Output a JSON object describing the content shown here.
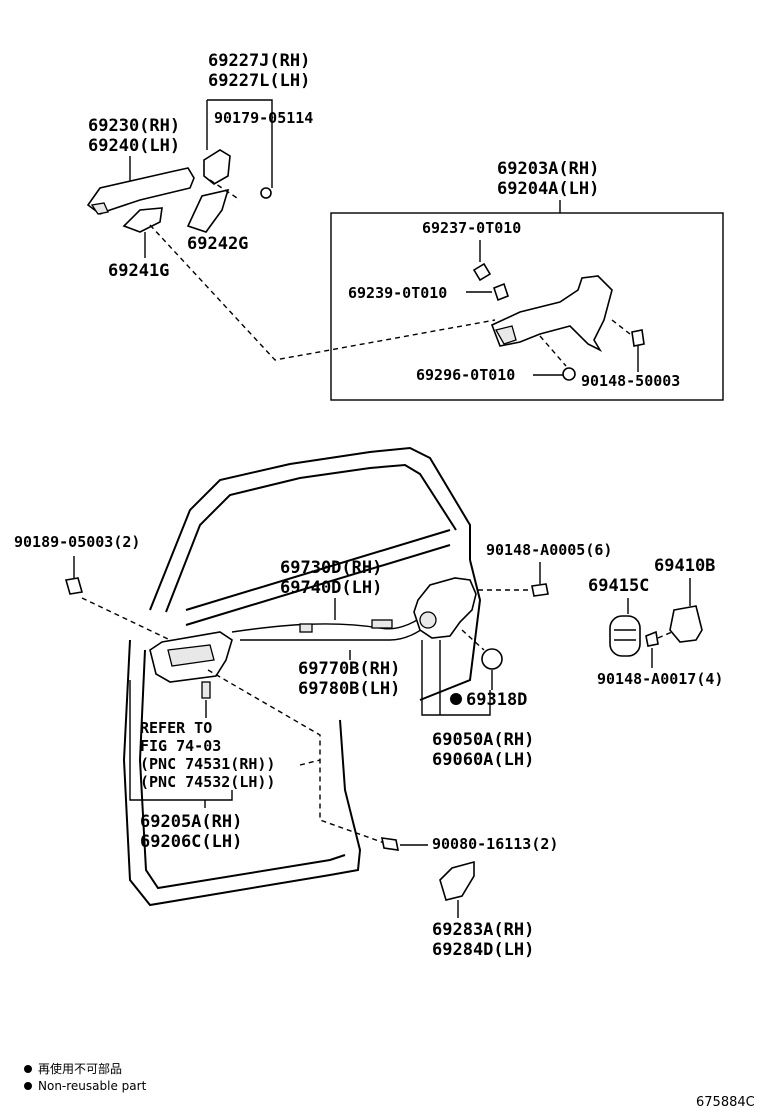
{
  "labels": {
    "cap_rh": "69227J(RH)",
    "cap_lh": "69227L(LH)",
    "screw_90179": "90179-05114",
    "handle_rh": "69230(RH)",
    "handle_lh": "69240(LH)",
    "pad_69242g": "69242G",
    "pad_69241g": "69241G",
    "frame_rh": "69203A(RH)",
    "frame_lh": "69204A(LH)",
    "part_69237": "69237-0T010",
    "part_69239": "69239-0T010",
    "part_69296": "69296-0T010",
    "bolt_90148_50003": "90148-50003",
    "clip_90189": "90189-05003(2)",
    "bolt_90148_a0005": "90148-A0005(6)",
    "striker_69410b": "69410B",
    "plate_69415c": "69415C",
    "cable_rh": "69730D(RH)",
    "cable_lh": "69740D(LH)",
    "cable2_rh": "69770B(RH)",
    "cable2_lh": "69780B(LH)",
    "screw_90148_a0017": "90148-A0017(4)",
    "grommet_69318d": "69318D",
    "lock_rh": "69050A(RH)",
    "lock_lh": "69060A(LH)",
    "refer_1": "REFER TO",
    "refer_2": "FIG 74-03",
    "refer_3": "(PNC 74531(RH))",
    "refer_4": "(PNC 74532(LH))",
    "inner_rh": "69205A(RH)",
    "inner_lh": "69206C(LH)",
    "screw_90080": "90080-16113(2)",
    "cover_rh": "69283A(RH)",
    "cover_lh": "69284D(LH)"
  },
  "legend": {
    "line1": "再使用不可部品",
    "line2": "Non-reusable part"
  },
  "figure_code": "675884C"
}
